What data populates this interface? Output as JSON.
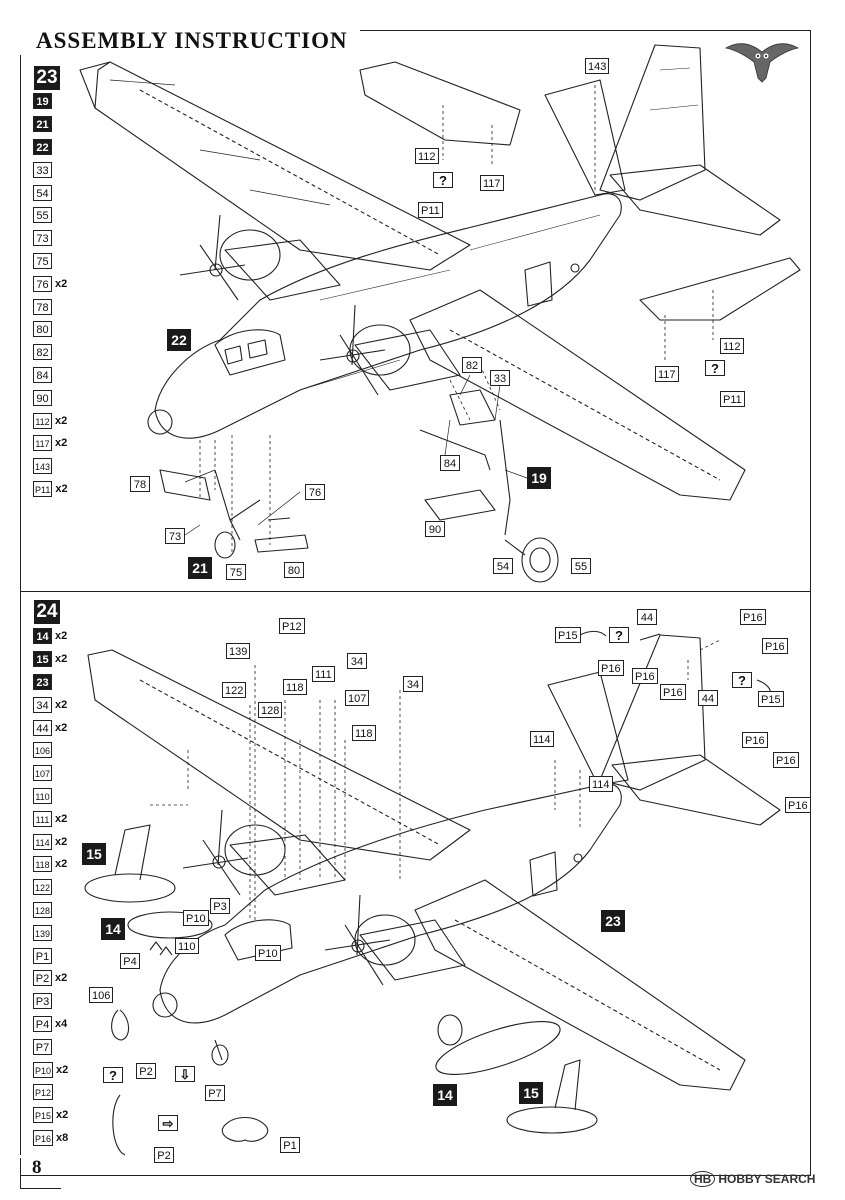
{
  "header": {
    "title": "ASSEMBLY INSTRUCTION"
  },
  "page_number": "8",
  "watermark": {
    "mark": "HB",
    "text": "HOBBY SEARCH"
  },
  "step23": {
    "step": "23",
    "parts": [
      {
        "label": "19",
        "qty": "",
        "filled": true
      },
      {
        "label": "21",
        "qty": "",
        "filled": true
      },
      {
        "label": "22",
        "qty": "",
        "filled": true
      },
      {
        "label": "33",
        "qty": ""
      },
      {
        "label": "54",
        "qty": ""
      },
      {
        "label": "55",
        "qty": ""
      },
      {
        "label": "73",
        "qty": ""
      },
      {
        "label": "75",
        "qty": ""
      },
      {
        "label": "76",
        "qty": "x2"
      },
      {
        "label": "78",
        "qty": ""
      },
      {
        "label": "80",
        "qty": ""
      },
      {
        "label": "82",
        "qty": ""
      },
      {
        "label": "84",
        "qty": ""
      },
      {
        "label": "90",
        "qty": ""
      },
      {
        "label": "112",
        "qty": "x2"
      },
      {
        "label": "117",
        "qty": "x2"
      },
      {
        "label": "143",
        "qty": ""
      },
      {
        "label": "P11",
        "qty": "x2"
      }
    ],
    "callouts": {
      "c143": "143",
      "c112a": "112",
      "c117a": "117",
      "cq1": "?",
      "cP11a": "P11",
      "c22": "22",
      "c82": "82",
      "c33": "33",
      "c84": "84",
      "c19": "19",
      "c112b": "112",
      "c117b": "117",
      "cq2": "?",
      "cP11b": "P11",
      "c78": "78",
      "c76": "76",
      "c73": "73",
      "c21": "21",
      "c75": "75",
      "c80": "80",
      "c90": "90",
      "c54": "54",
      "c55": "55"
    }
  },
  "step24": {
    "step": "24",
    "parts": [
      {
        "label": "14",
        "qty": "x2",
        "filled": true
      },
      {
        "label": "15",
        "qty": "x2",
        "filled": true
      },
      {
        "label": "23",
        "qty": "",
        "filled": true
      },
      {
        "label": "34",
        "qty": "x2"
      },
      {
        "label": "44",
        "qty": "x2"
      },
      {
        "label": "106",
        "qty": ""
      },
      {
        "label": "107",
        "qty": ""
      },
      {
        "label": "110",
        "qty": ""
      },
      {
        "label": "111",
        "qty": "x2"
      },
      {
        "label": "114",
        "qty": "x2"
      },
      {
        "label": "118",
        "qty": "x2"
      },
      {
        "label": "122",
        "qty": ""
      },
      {
        "label": "128",
        "qty": ""
      },
      {
        "label": "139",
        "qty": ""
      },
      {
        "label": "P1",
        "qty": ""
      },
      {
        "label": "P2",
        "qty": "x2"
      },
      {
        "label": "P3",
        "qty": ""
      },
      {
        "label": "P4",
        "qty": "x4"
      },
      {
        "label": "P7",
        "qty": ""
      },
      {
        "label": "P10",
        "qty": "x2"
      },
      {
        "label": "P12",
        "qty": ""
      },
      {
        "label": "P15",
        "qty": "x2"
      },
      {
        "label": "P16",
        "qty": "x8"
      }
    ],
    "callouts": {
      "cP12": "P12",
      "c139": "139",
      "c111": "111",
      "c34a": "34",
      "c34b": "34",
      "c122": "122",
      "c118a": "118",
      "c107": "107",
      "c118b": "118",
      "c128": "128",
      "c114a": "114",
      "c114b": "114",
      "c44a": "44",
      "c44b": "44",
      "cP15a": "P15",
      "cq3": "?",
      "cP16a": "P16",
      "cP16b": "P16",
      "cP16c": "P16",
      "cP16d": "P16",
      "cP16e": "P16",
      "cq4": "?",
      "cP15b": "P15",
      "cP16f": "P16",
      "cP16g": "P16",
      "cP16h": "P16",
      "c15a": "15",
      "c14a": "14",
      "cP10a": "P10",
      "cP3": "P3",
      "cP4": "P4",
      "c110": "110",
      "cP10b": "P10",
      "c106": "106",
      "c23": "23",
      "cq5": "?",
      "cP2a": "P2",
      "cP7": "P7",
      "cP1": "P1",
      "cP2b": "P2",
      "c14b": "14",
      "c15b": "15"
    }
  }
}
